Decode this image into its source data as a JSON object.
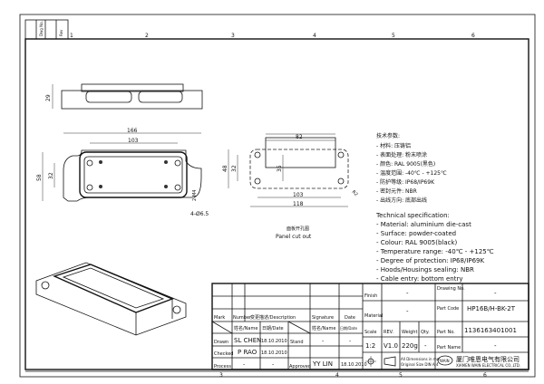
{
  "frame": {
    "top_zones": [
      "1",
      "2",
      "3",
      "4",
      "5",
      "6"
    ],
    "bottom_zones": [
      "3",
      "4",
      "5",
      "6"
    ],
    "corner_labels": [
      "Dwg No.",
      "Rev"
    ]
  },
  "views": {
    "side": {
      "height": "29"
    },
    "top": {
      "overall_length": "166",
      "hole_spacing": "103",
      "width": "58",
      "hole_pitch_v": "32",
      "mount_slot": "2-M4",
      "holes": "4-Ø6.5"
    },
    "cutout": {
      "cut_width": "82",
      "cut_height": "35",
      "hole_pitch_v": "32",
      "outer_height": "48",
      "hole_spacing": "103",
      "outer_length": "118",
      "corner": "R2",
      "caption_cn": "面板开孔图",
      "caption_en": "Panel cut out"
    }
  },
  "spec_cn": {
    "title": "技术参数:",
    "items": [
      "- 材料: 压铸铝",
      "- 表面处理: 粉末喷涂",
      "- 颜色: RAL 9005(黑色)",
      "- 温度范围: -40℃ - +125℃",
      "- 防护等级: IP68/IP69K",
      "- 密封元件: NBR",
      "- 出线方向: 底部出线"
    ]
  },
  "spec_en": {
    "title": "Technical specification:",
    "items": [
      "- Material: aluminium die-cast",
      "- Surface: powder-coated",
      "- Colour: RAL 9005(black)",
      "- Temperature range: -40℃ - +125℃",
      "- Degree of protection: IP68/IP69K",
      "- Hoods/Housings sealing: NBR",
      "- Cable entry: bottom entry"
    ]
  },
  "title_block": {
    "mark": "Mark",
    "number": "Number",
    "description": "变更描述/Description",
    "signature": "Signature",
    "date": "Date",
    "name_hdr": "姓名/Name",
    "date_hdr": "日期/Date",
    "name_hdr2": "姓名/Name",
    "date_hdr2": "日期/Date",
    "drawn": "Drawn",
    "drawn_name": "SL CHEN",
    "drawn_date": "18.10.2010",
    "checked": "Checked",
    "checked_name": "P RAO",
    "checked_date": "18.10.2010",
    "process": "Process",
    "process_name": "-",
    "process_date": "-",
    "stand": "Stand",
    "stand_name": "-",
    "stand_date": "-",
    "approved": "Approved",
    "approved_name": "YY LIN",
    "approved_date": "18.10.2010",
    "finish": "Finish",
    "finish_value": "-",
    "material": "Material",
    "material_value": "-",
    "scale": "Scale",
    "scale_value": "1:2",
    "rev": "REV.",
    "rev_value": "V1.0",
    "weight": "Weight",
    "weight_value": "220g",
    "qty": "Qty.",
    "qty_value": "-",
    "drawing_no": "Drawing No.",
    "drawing_no_value": "-",
    "part_code": "Part Code",
    "part_code_value": "HP16B/H-BK-2T",
    "part_no": "Part No.",
    "part_no_value": "1136163401001",
    "part_name": "Part Name",
    "part_name_value": "-",
    "dims_note_1": "All Dimensions in mm",
    "dims_note_2": "Original Size DIN A 4",
    "company_cn": "厦门唯恩电气有限公司",
    "company_en": "XIAMEN WAIN ELECTRICAL CO.,LTD.",
    "logo_text": "WAIN"
  }
}
